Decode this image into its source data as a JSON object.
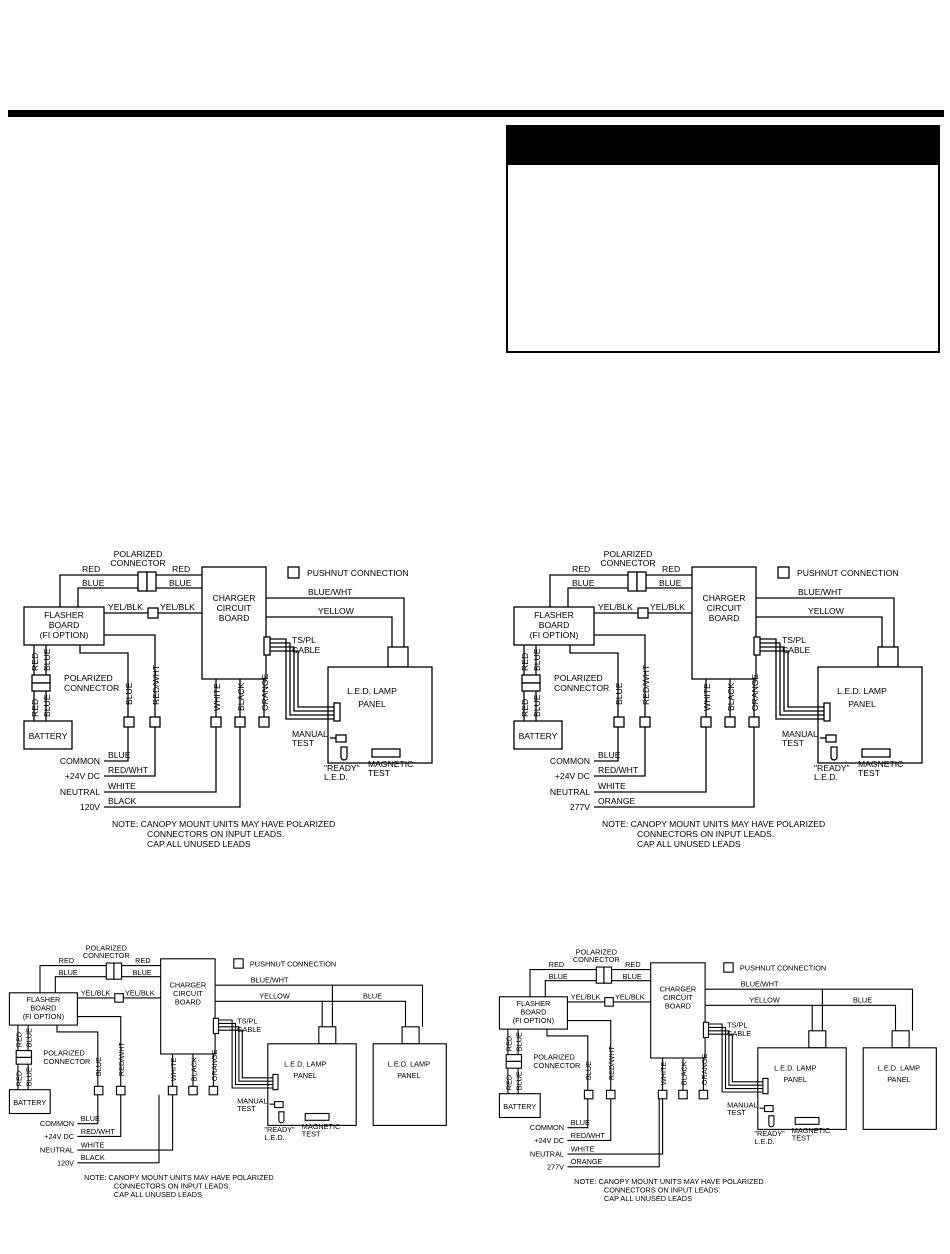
{
  "diagrams": [
    {
      "id": "d1",
      "labels": {
        "polarized_top": [
          "POLARIZED",
          "CONNECTOR"
        ],
        "red_top_l": "RED",
        "red_top_r": "RED",
        "blue_top_l": "BLUE",
        "blue_top_r": "BLUE",
        "flasher": [
          "FLASHER",
          "BOARD",
          "(FI OPTION)"
        ],
        "yelblk_l": "YEL/BLK",
        "yelblk_r": "YEL/BLK",
        "charger": [
          "CHARGER",
          "CIRCUIT",
          "BOARD"
        ],
        "pushnut": "PUSHNUT CONNECTION",
        "bluewht": "BLUE/WHT",
        "yellow": "YELLOW",
        "tspl": [
          "TS/PL",
          "CABLE"
        ],
        "led_panel": [
          "L.E.D. LAMP",
          "PANEL"
        ],
        "vred": "RED",
        "vblue": "BLUE",
        "polarized_mid": [
          "POLARIZED",
          "CONNECTOR"
        ],
        "battery": "BATTERY",
        "v_blue": "BLUE",
        "v_redwht": "RED/WHT",
        "v_white": "WHITE",
        "v_black": "BLACK",
        "v_orange": "ORANGE",
        "manual": [
          "MANUAL",
          "TEST"
        ],
        "magnetic": [
          "MAGNETIC",
          "TEST"
        ],
        "ready": [
          "\"READY\"",
          "L.E.D."
        ],
        "common": "COMMON",
        "plus24": "+24V  DC",
        "neutral": "NEUTRAL",
        "voltage": "120V",
        "h_blue": "BLUE",
        "h_redwht": "RED/WHT",
        "h_white": "WHITE",
        "h_last": "BLACK",
        "note": [
          "NOTE:  CANOPY MOUNT UNITS MAY HAVE POLARIZED",
          "CONNECTORS ON INPUT LEADS.",
          "CAP ALL UNUSED LEADS"
        ]
      }
    },
    {
      "id": "d2",
      "labels": {
        "polarized_top": [
          "POLARIZED",
          "CONNECTOR"
        ],
        "red_top_l": "RED",
        "red_top_r": "RED",
        "blue_top_l": "BLUE",
        "blue_top_r": "BLUE",
        "flasher": [
          "FLASHER",
          "BOARD",
          "(FI OPTION)"
        ],
        "yelblk_l": "YEL/BLK",
        "yelblk_r": "YEL/BLK",
        "charger": [
          "CHARGER",
          "CIRCUIT",
          "BOARD"
        ],
        "pushnut": "PUSHNUT CONNECTION",
        "bluewht": "BLUE/WHT",
        "yellow": "YELLOW",
        "tspl": [
          "TS/PL",
          "CABLE"
        ],
        "led_panel": [
          "L.E.D. LAMP",
          "PANEL"
        ],
        "vred": "RED",
        "vblue": "BLUE",
        "polarized_mid": [
          "POLARIZED",
          "CONNECTOR"
        ],
        "battery": "BATTERY",
        "v_blue": "BLUE",
        "v_redwht": "RED/WHT",
        "v_white": "WHITE",
        "v_black": "BLACK",
        "v_orange": "ORANGE",
        "manual": [
          "MANUAL",
          "TEST"
        ],
        "magnetic": [
          "MAGNETIC",
          "TEST"
        ],
        "ready": [
          "\"READY\"",
          "L.E.D."
        ],
        "common": "COMMON",
        "plus24": "+24V  DC",
        "neutral": "NEUTRAL",
        "voltage": "277V",
        "h_blue": "BLUE",
        "h_redwht": "RED/WHT",
        "h_white": "WHITE",
        "h_last": "ORANGE",
        "note": [
          "NOTE:  CANOPY MOUNT UNITS MAY HAVE POLARIZED",
          "CONNECTORS ON INPUT LEADS.",
          "CAP ALL UNUSED LEADS"
        ]
      }
    },
    {
      "id": "d3",
      "labels": {
        "polarized_top": [
          "POLARIZED",
          "CONNECTOR"
        ],
        "red_top_l": "RED",
        "red_top_r": "RED",
        "blue_top_l": "BLUE",
        "blue_top_r": "BLUE",
        "flasher": [
          "FLASHER",
          "BOARD",
          "(FI OPTION)"
        ],
        "yelblk_l": "YEL/BLK",
        "yelblk_r": "YEL/BLK",
        "charger": [
          "CHARGER",
          "CIRCUIT",
          "BOARD"
        ],
        "pushnut": "PUSHNUT CONNECTION",
        "bluewht": "BLUE/WHT",
        "yellow": "YELLOW",
        "blue2": "BLUE",
        "tspl": [
          "TS/PL",
          "CABLE"
        ],
        "led_panel": [
          "L.E.D. LAMP",
          "PANEL"
        ],
        "led_panel2": [
          "L.E.D. LAMP",
          "PANEL"
        ],
        "vred": "RED",
        "vblue": "BLUE",
        "polarized_mid": [
          "POLARIZED",
          "CONNECTOR"
        ],
        "battery": "BATTERY",
        "v_blue": "BLUE",
        "v_redwht": "RED/WHT",
        "v_white": "WHITE",
        "v_black": "BLACK",
        "v_orange": "ORANGE",
        "manual": [
          "MANUAL",
          "TEST"
        ],
        "magnetic": [
          "MAGNETIC",
          "TEST"
        ],
        "ready": [
          "\"READY\"",
          "L.E.D."
        ],
        "common": "COMMON",
        "plus24": "+24V  DC",
        "neutral": "NEUTRAL",
        "voltage": "120V",
        "h_blue": "BLUE",
        "h_redwht": "RED/WHT",
        "h_white": "WHITE",
        "h_last": "BLACK",
        "note": [
          "NOTE:  CANOPY MOUNT UNITS MAY HAVE POLARIZED",
          "CONNECTORS ON INPUT LEADS.",
          "CAP ALL UNUSED LEADS"
        ]
      }
    },
    {
      "id": "d4",
      "labels": {
        "polarized_top": [
          "POLARIZED",
          "CONNECTOR"
        ],
        "red_top_l": "RED",
        "red_top_r": "RED",
        "blue_top_l": "BLUE",
        "blue_top_r": "BLUE",
        "flasher": [
          "FLASHER",
          "BOARD",
          "(FI OPTION)"
        ],
        "yelblk_l": "YEL/BLK",
        "yelblk_r": "YEL/BLK",
        "charger": [
          "CHARGER",
          "CIRCUIT",
          "BOARD"
        ],
        "pushnut": "PUSHNUT CONNECTION",
        "bluewht": "BLUE/WHT",
        "yellow": "YELLOW",
        "blue2": "BLUE",
        "tspl": [
          "TS/PL",
          "CABLE"
        ],
        "led_panel": [
          "L.E.D. LAMP",
          "PANEL"
        ],
        "led_panel2": [
          "L.E.D. LAMP",
          "PANEL"
        ],
        "vred": "RED",
        "vblue": "BLUE",
        "polarized_mid": [
          "POLARIZED",
          "CONNECTOR"
        ],
        "battery": "BATTERY",
        "v_blue": "BLUE",
        "v_redwht": "RED/WHT",
        "v_white": "WHITE",
        "v_black": "BLACK",
        "v_orange": "ORANGE",
        "manual": [
          "MANUAL",
          "TEST"
        ],
        "magnetic": [
          "MAGNETIC",
          "TEST"
        ],
        "ready": [
          "\"READY\"",
          "L.E.D."
        ],
        "common": "COMMON",
        "plus24": "+24V  DC",
        "neutral": "NEUTRAL",
        "voltage": "277V",
        "h_blue": "BLUE",
        "h_redwht": "RED/WHT",
        "h_white": "WHITE",
        "h_last": "ORANGE",
        "note": [
          "NOTE:  CANOPY MOUNT UNITS MAY HAVE POLARIZED",
          "CONNECTORS ON INPUT LEADS.",
          "CAP ALL UNUSED LEADS"
        ]
      }
    }
  ]
}
